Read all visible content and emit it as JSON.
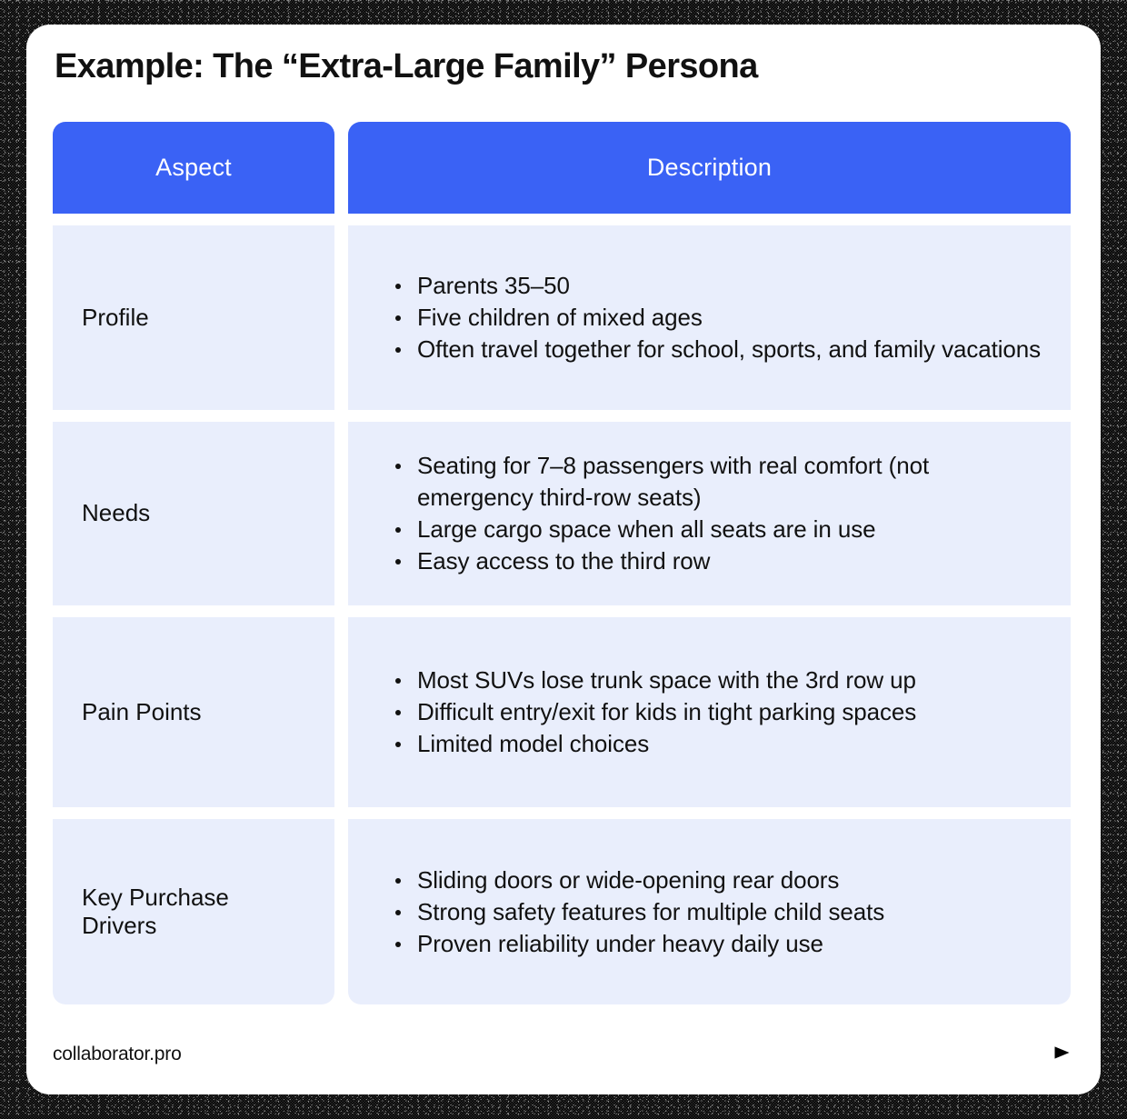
{
  "page": {
    "title": "Example: The “Extra-Large Family” Persona",
    "accent_color": "#3a62f5",
    "cell_color": "#e9eefc",
    "text_color": "#111111",
    "card_background": "#ffffff",
    "frame_color": "#000000"
  },
  "table": {
    "headers": {
      "aspect": "Aspect",
      "description": "Description"
    },
    "rows": [
      {
        "aspect": "Profile",
        "bullets": [
          "Parents 35–50",
          "Five children of mixed ages",
          "Often travel together for school, sports, and family vacations"
        ]
      },
      {
        "aspect": "Needs",
        "bullets": [
          "Seating for 7–8 passengers with real comfort (not emergency third-row seats)",
          "Large cargo space when all seats are in use",
          "Easy access to the third row"
        ]
      },
      {
        "aspect": "Pain Points",
        "bullets": [
          "Most SUVs lose trunk space with the 3rd row up",
          "Difficult entry/exit for kids in tight parking spaces",
          "Limited model choices"
        ]
      },
      {
        "aspect": "Key Purchase Drivers",
        "bullets": [
          "Sliding doors or wide-opening rear doors",
          "Strong safety features for multiple child seats",
          "Proven reliability under heavy daily use"
        ]
      }
    ]
  },
  "footer": {
    "site": "collaborator.pro",
    "logo_name": "collaborator-logo-icon"
  }
}
